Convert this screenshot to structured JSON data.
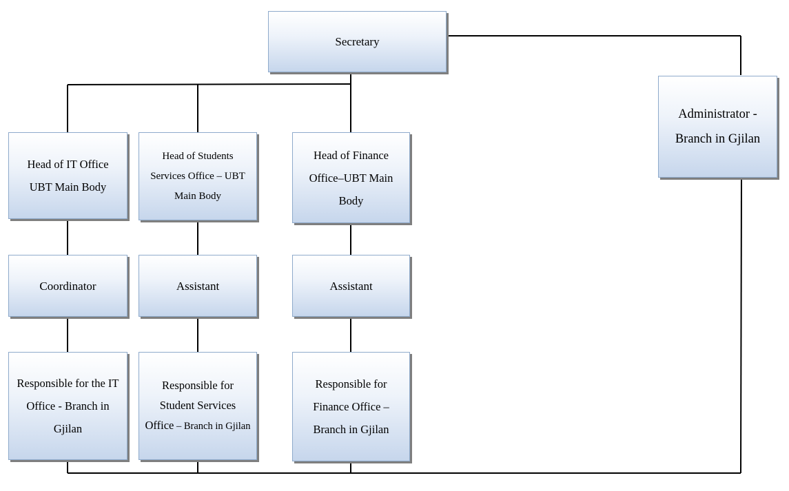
{
  "org_chart": {
    "secretary": "Secretary",
    "administrator": "Administrator - Branch in Gjilan",
    "it_head": "Head of IT Office UBT Main Body",
    "students_head": "Head of Students Services Office – UBT Main Body",
    "finance_head": "Head of Finance Office–UBT Main Body",
    "it_coordinator": "Coordinator",
    "students_assistant": "Assistant",
    "finance_assistant": "Assistant",
    "it_responsible": "Responsible for the IT Office - Branch in Gjilan",
    "students_responsible_line1": "Responsible for Student Services",
    "students_responsible_line2": "Office",
    "students_responsible_line3": " – Branch in Gjilan",
    "finance_responsible": "Responsible for Finance Office – Branch in Gjilan"
  },
  "colors": {
    "box_border": "#8eaacb",
    "box_gradient_top": "#ffffff",
    "box_gradient_bottom": "#c6d6ec",
    "box_shadow": "#7f7f7f",
    "line": "#000000"
  }
}
